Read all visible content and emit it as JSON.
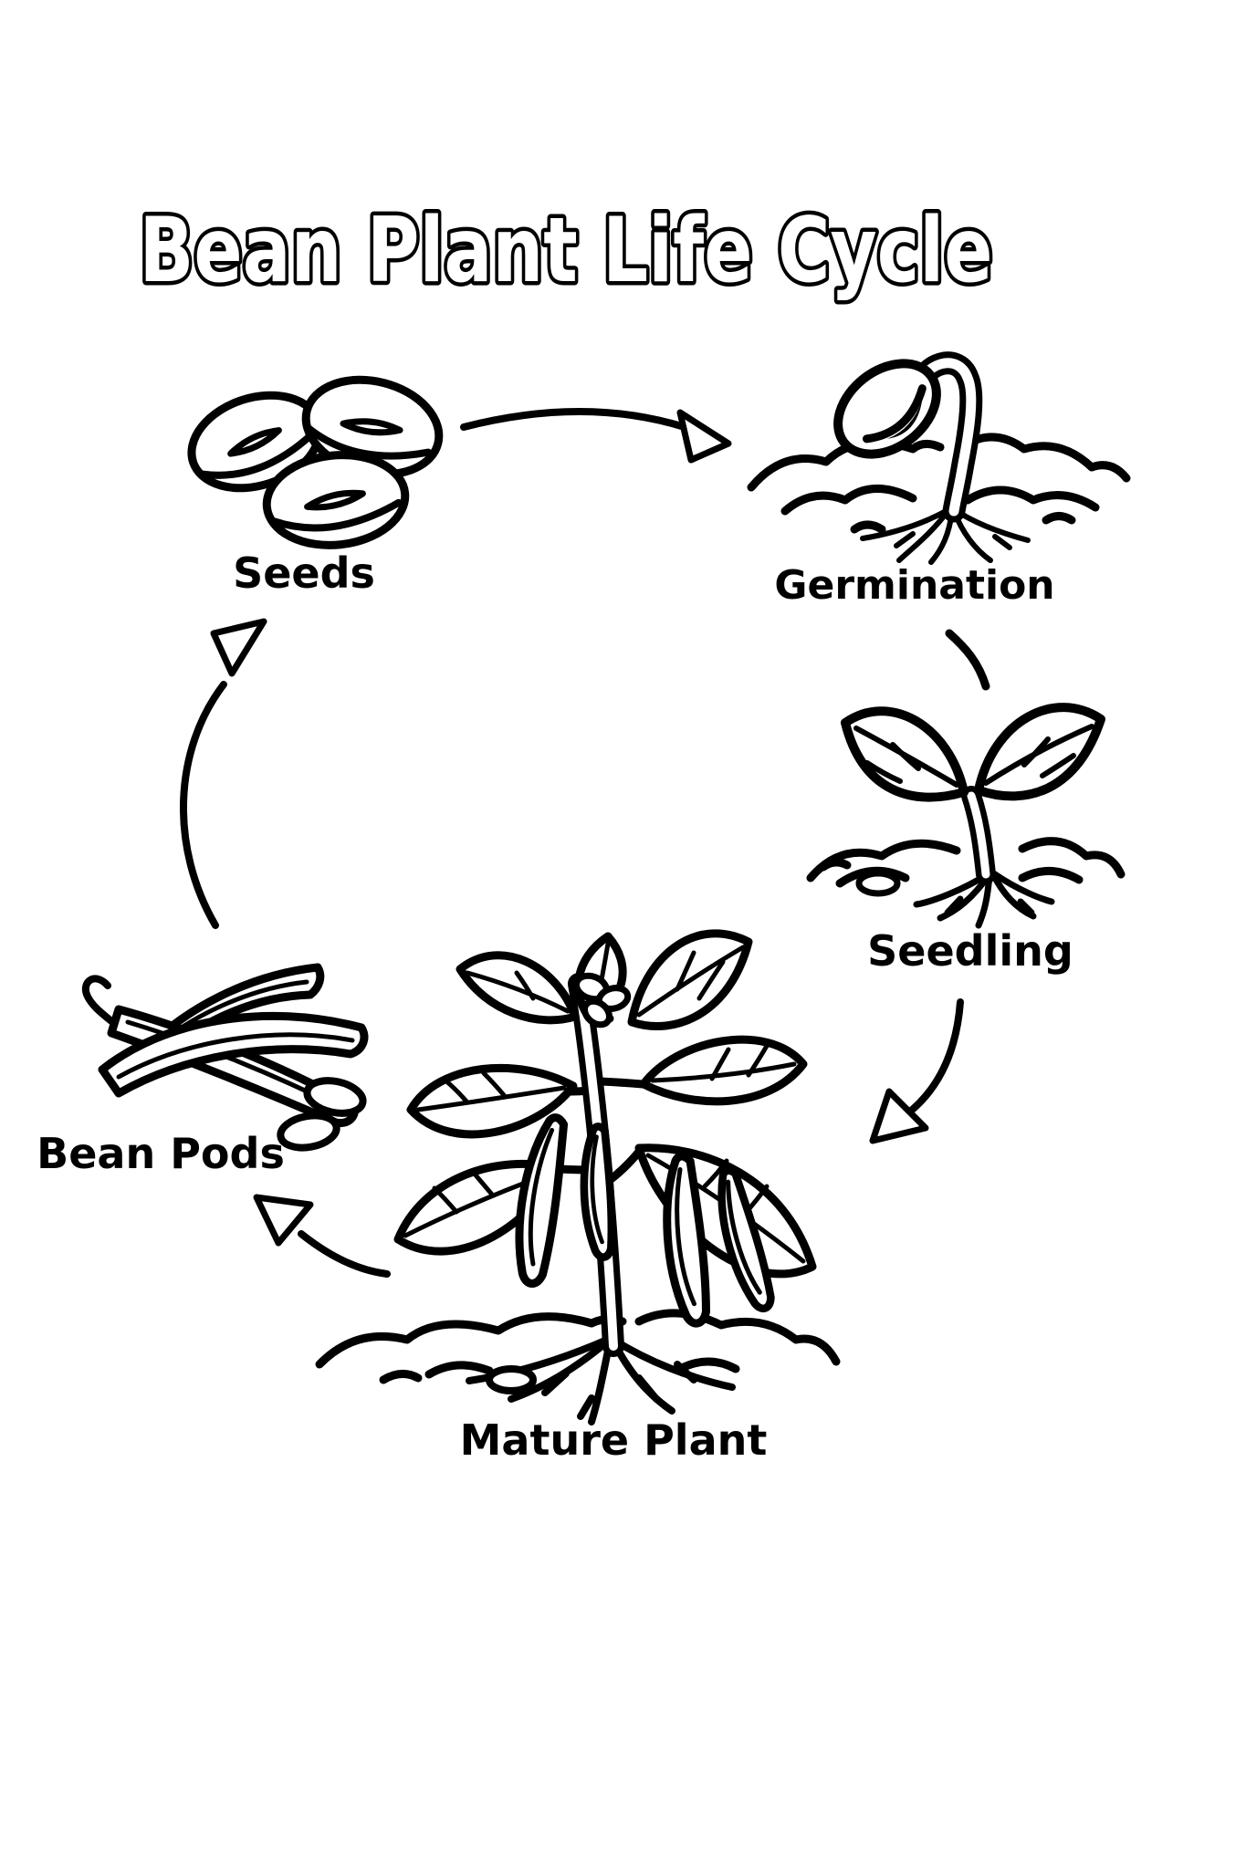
{
  "title": "Bean Plant Life Cycle",
  "colors": {
    "background": "#ffffff",
    "ink": "#000000"
  },
  "cycle": {
    "type": "life-cycle-diagram",
    "direction": "clockwise",
    "stages": [
      {
        "id": "seeds",
        "label": "Seeds"
      },
      {
        "id": "germination",
        "label": "Germination"
      },
      {
        "id": "seedling",
        "label": "Seedling"
      },
      {
        "id": "mature_plant",
        "label": "Mature Plant"
      },
      {
        "id": "bean_pods",
        "label": "Bean Pods"
      }
    ],
    "sequence": [
      "Seeds",
      "Germination",
      "Seedling",
      "Mature Plant",
      "Bean Pods",
      "Seeds"
    ]
  }
}
